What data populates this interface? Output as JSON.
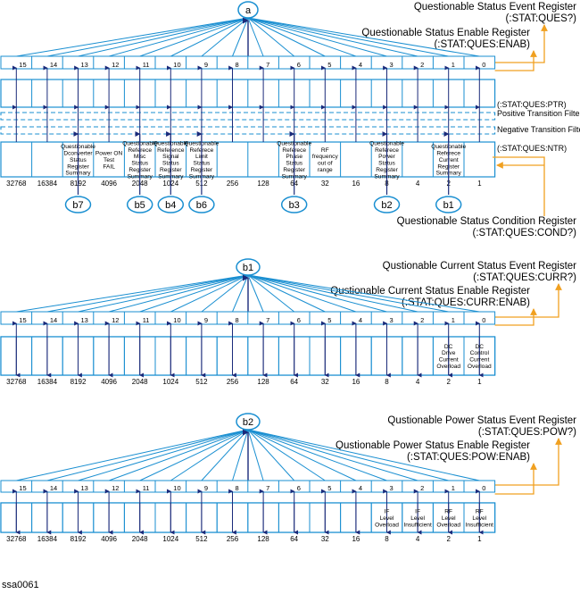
{
  "colors": {
    "line": "#1a8fd1",
    "arrow": "#1a2a7a",
    "leader": "#f0a020",
    "text": "#000000"
  },
  "bit_weights": [
    "32768",
    "16384",
    "8192",
    "4096",
    "2048",
    "1024",
    "512",
    "256",
    "128",
    "64",
    "32",
    "16",
    "8",
    "4",
    "2",
    "1"
  ],
  "bit_numbers": [
    "15",
    "14",
    "13",
    "12",
    "11",
    "10",
    "9",
    "8",
    "7",
    "6",
    "5",
    "4",
    "3",
    "2",
    "1",
    "0"
  ],
  "questionable": {
    "top_bubble": "a",
    "event_register": "Questionable Status Event Register",
    "event_cmd": "(:STAT:QUES?)",
    "enable_register": "Questionable Status Enable Register",
    "enable_cmd": "(:STAT:QUES:ENAB)",
    "ptr_cmd": "(:STAT:QUES:PTR)",
    "ptr_label": "Positive Transition Filter",
    "ntr_label": "Negative Transition Filter",
    "ntr_cmd": "(:STAT:QUES:NTR)",
    "condition_register": "Questionable Status Condition Register",
    "condition_cmd": "(:STAT:QUES:COND?)",
    "cells": [
      "",
      "",
      "Questionable|Dconverter|Status|Register|Summary",
      "Power ON|Test|FAIL",
      "Questionable|Referece|Misc|Status|Register|Summary",
      "Questionable|Reference|Signal|Status|Register|Summary",
      "Questionable|Referece|Limit|Status|Register|Summary",
      "",
      "",
      "Questionable|Referece|Phase|Status|Register|Summary",
      "RF|frequency|out of|range",
      "",
      "Questionable|Referece|Power|Status|Register|Summary",
      "",
      "Questionable|Referece|Current|Register|Summary",
      ""
    ],
    "bubbles": [
      {
        "label": "b7",
        "bit": 13
      },
      {
        "label": "b5",
        "bit": 11
      },
      {
        "label": "b4",
        "bit": 10
      },
      {
        "label": "b6",
        "bit": 9
      },
      {
        "label": "b3",
        "bit": 6
      },
      {
        "label": "b2",
        "bit": 3
      },
      {
        "label": "b1",
        "bit": 1
      }
    ]
  },
  "current": {
    "top_bubble": "b1",
    "event_register": "Qustionable Current Status Event Register",
    "event_cmd": "(:STAT:QUES:CURR?)",
    "enable_register": "Qustionable Current Status Enable Register",
    "enable_cmd": "(:STAT:QUES:CURR:ENAB)",
    "cells": [
      "",
      "",
      "",
      "",
      "",
      "",
      "",
      "",
      "",
      "",
      "",
      "",
      "",
      "",
      "DC|Drive|Current|Overload",
      "DC|Control|Current|Overload"
    ]
  },
  "power": {
    "top_bubble": "b2",
    "event_register": "Qustionable Power Status Event Register",
    "event_cmd": "(:STAT:QUES:POW?)",
    "enable_register": "Qustionable Power Status Enable Register",
    "enable_cmd": "(:STAT:QUES:POW:ENAB)",
    "cells": [
      "",
      "",
      "",
      "",
      "",
      "",
      "",
      "",
      "",
      "",
      "",
      "",
      "IF|Level|Overload",
      "IF|Level|Insufficient",
      "RF|Level|Overload",
      "RF|Level|Insufficient"
    ]
  },
  "figure_id": "ssa0061"
}
